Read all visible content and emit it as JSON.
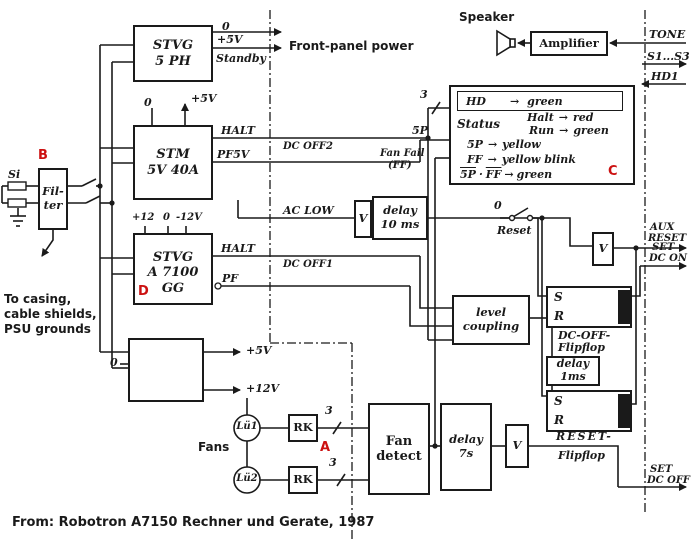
{
  "caption": "From: Robotron A7150 Rechner und Gerate, 1987",
  "glyphs": {
    "arrow": "→"
  },
  "markers": {
    "a": "A",
    "b": "B",
    "c": "C",
    "d": "D"
  },
  "boxes": {
    "stvg5ph": {
      "line1": "STVG",
      "line2": "5 PH"
    },
    "stm": {
      "line1": "STM",
      "line2": "5V 40A"
    },
    "stvg7100": {
      "line1": "STVG",
      "line2": "A 7100",
      "line3": "GG"
    },
    "filter": {
      "line1": "Fil-",
      "line2": "ter"
    },
    "amplifier": {
      "label": "Amplifier"
    },
    "delay10": {
      "line1": "delay",
      "line2": "10 ms"
    },
    "delay7": {
      "line1": "delay",
      "line2": "7s"
    },
    "delay1": {
      "line1": "delay",
      "line2": "1ms"
    },
    "fan_detect": {
      "line1": "Fan",
      "line2": "detect"
    },
    "level_coupling": {
      "line1": "level",
      "line2": "coupling"
    },
    "rk1": {
      "label": "RK"
    },
    "rk2": {
      "label": "RK"
    },
    "v1": {
      "label": "V"
    },
    "v2": {
      "label": "V"
    },
    "v3": {
      "label": "V"
    },
    "ff_dcoff": {
      "s": "S",
      "r": "R",
      "name1": "DC-OFF-",
      "name2": "Flipflop"
    },
    "ff_reset": {
      "s": "S",
      "r": "R",
      "name1": "RESET-",
      "name2": "Flipflop"
    }
  },
  "labels": {
    "si": "Si",
    "out0": "0",
    "out5v": "+5V",
    "standby": "Standby",
    "front_panel": "Front-panel power",
    "speaker": "Speaker",
    "tone": "TONE",
    "s1s3": "S1...S3",
    "hd1": "HD1",
    "stm_zero": "0",
    "stm_5v": "+5V",
    "halt1": "HALT",
    "dcoff2": "DC OFF2",
    "pf5v": "PF5V",
    "aclow": "AC LOW",
    "bus3_status": "3",
    "p5": "5P",
    "fanfail1": "Fan Fail",
    "fanfail2": "(FF)",
    "halt2": "HALT",
    "dcoff1": "DC OFF1",
    "pf": "PF",
    "rail_p12": "+12",
    "rail_0": "0",
    "rail_n12": "-12V",
    "ground1": "To casing,",
    "ground2": "cable shields,",
    "ground3": "PSU grounds",
    "sw_zero": "0",
    "sw_5v": "+5V",
    "sw_12v": "+12V",
    "fans": "Fans",
    "lu1": "Lü1",
    "lu2": "Lü2",
    "bus3_fan1": "3",
    "bus3_fan2": "3",
    "reset_zero": "0",
    "reset": "Reset",
    "aux1": "AUX",
    "aux2": "RESET",
    "setdcon1": "SET",
    "setdcon2": "DC ON",
    "setdcoff1": "SET",
    "setdcoff2": "DC OFF"
  },
  "status": {
    "title": "Status",
    "hd": {
      "sig": "HD",
      "color": "green"
    },
    "halt": {
      "sig": "Halt",
      "color": "red"
    },
    "run": {
      "sig": "Run",
      "color": "green"
    },
    "p5": {
      "sig": "5P",
      "color": "yellow"
    },
    "ff": {
      "sig": "FF",
      "color": "yellow blink"
    },
    "p5ff": {
      "sig1": "5P",
      "dot": "·",
      "sig2": "FF",
      "color": "green"
    }
  }
}
